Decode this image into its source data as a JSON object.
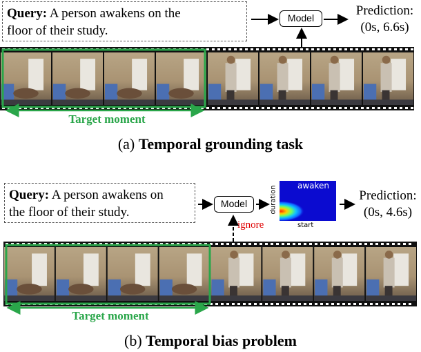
{
  "panel_a": {
    "query_label": "Query:",
    "query_text_line1": " A person awakens on the",
    "query_text_line2": "floor of their study.",
    "model_label": "Model",
    "prediction_label": "Prediction:",
    "prediction_value": "(0s, 6.6s)",
    "target_label": "Target moment",
    "caption_prefix": "(a) ",
    "caption_title": "Temporal grounding task"
  },
  "panel_b": {
    "query_label": "Query:",
    "query_text_line1": " A person awakens on",
    "query_text_line2": "the floor of their study.",
    "model_label": "Model",
    "ignore_label": "ignore",
    "heatmap_title": "awaken",
    "heatmap_ylabel": "duration",
    "heatmap_xlabel": "start",
    "prediction_label": "Prediction:",
    "prediction_value": "(0s, 4.6s)",
    "target_label": "Target moment",
    "caption_prefix": "(b) ",
    "caption_title": "Temporal bias problem"
  },
  "colors": {
    "target_green": "#2aa64a",
    "ignore_red": "#e00000",
    "heat_blue": "#0b0bd0"
  }
}
